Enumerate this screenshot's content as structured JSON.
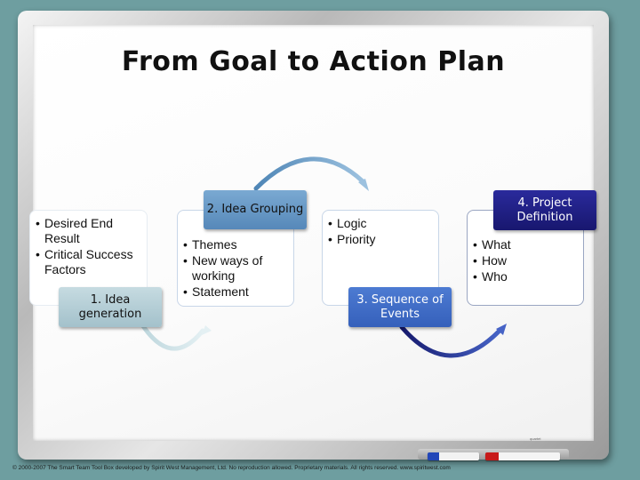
{
  "title": "From Goal to Action Plan",
  "steps": [
    {
      "label": "1. Idea generation",
      "items": [
        "Desired End Result",
        "Critical Success Factors"
      ]
    },
    {
      "label": "2. Idea Grouping",
      "items": [
        "Themes",
        "New ways of working",
        "Statement"
      ]
    },
    {
      "label": "3. Sequence of Events",
      "items": [
        "Logic",
        "Priority"
      ]
    },
    {
      "label": "4. Project Definition",
      "items": [
        "What",
        "How",
        "Who"
      ]
    }
  ],
  "footer": "© 2000-2007 The Smart Team Tool Box developed by Spirit West Management, Ltd. No reproduction allowed. Proprietary materials. All rights reserved. www.spiritwest.com",
  "board_brand": "quartet",
  "colors": {
    "label1": "#a8c6cf",
    "label2": "#5e92c0",
    "label3": "#3d68c3",
    "label4": "#1c1b8a",
    "box_border": "#c8d6e8",
    "background": "#6e9ea0"
  }
}
